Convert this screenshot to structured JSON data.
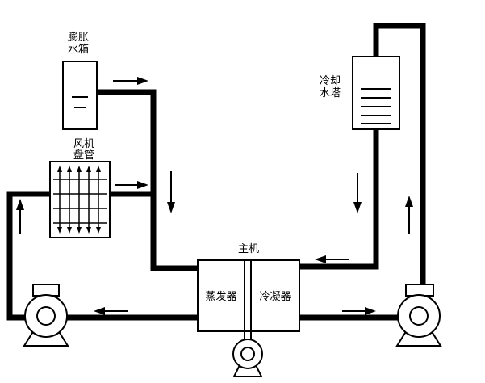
{
  "diagram": {
    "type": "hvac-chilled-water-system-schematic",
    "background": "#ffffff",
    "line_color": "#000000",
    "components": {
      "expansion_tank": {
        "label_line1": "膨胀",
        "label_line2": "水箱"
      },
      "fan_coil": {
        "label_line1": "风机",
        "label_line2": "盘管"
      },
      "cooling_tower": {
        "label_line1": "冷却",
        "label_line2": "水塔"
      },
      "main_unit": {
        "label": "主机"
      },
      "evaporator": {
        "label": "蒸发器"
      },
      "condenser": {
        "label": "冷凝器"
      }
    },
    "flow_arrows": [
      {
        "near": "expansion-tank-outlet",
        "direction": "right"
      },
      {
        "near": "fan-coil-outlet",
        "direction": "right"
      },
      {
        "near": "chilled-water-supply-riser",
        "direction": "down"
      },
      {
        "near": "chilled-water-return-riser",
        "direction": "up"
      },
      {
        "near": "evaporator-suction-line",
        "direction": "left"
      },
      {
        "near": "condenser-inlet-line",
        "direction": "left"
      },
      {
        "near": "cooling-tower-outlet-riser",
        "direction": "down"
      },
      {
        "near": "cooling-tower-inlet-riser",
        "direction": "up"
      },
      {
        "near": "condenser-discharge-line",
        "direction": "right"
      }
    ]
  }
}
